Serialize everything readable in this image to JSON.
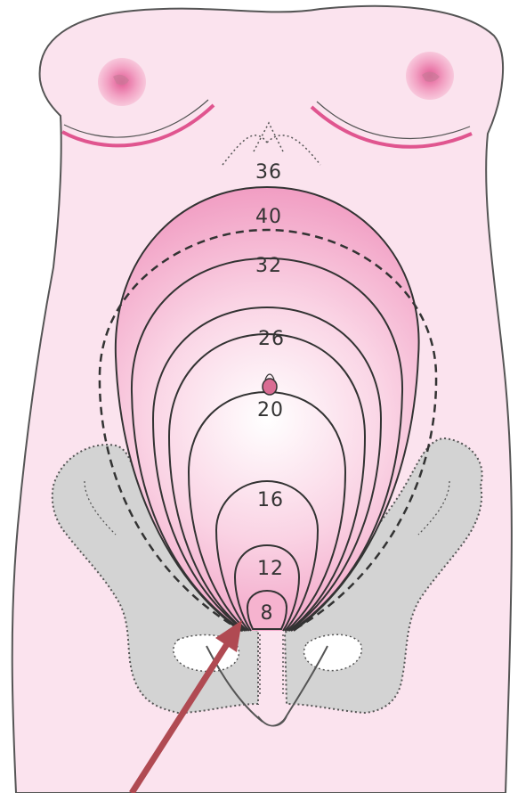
{
  "diagram": {
    "fundal_height_labels": [
      "36",
      "40",
      "32",
      "26",
      "20",
      "16",
      "12",
      "8"
    ],
    "colors": {
      "skin": "#fbe3ee",
      "skin_outline": "#555555",
      "pelvis_fill": "#d3d3d3",
      "uterus_deep": "#ee8cb8",
      "uterus_light": "#ffffff",
      "accent_pink": "#e0558f",
      "arrow": "#b04a52"
    },
    "icons": [
      "pointer-arrow-icon",
      "navel-icon"
    ]
  }
}
